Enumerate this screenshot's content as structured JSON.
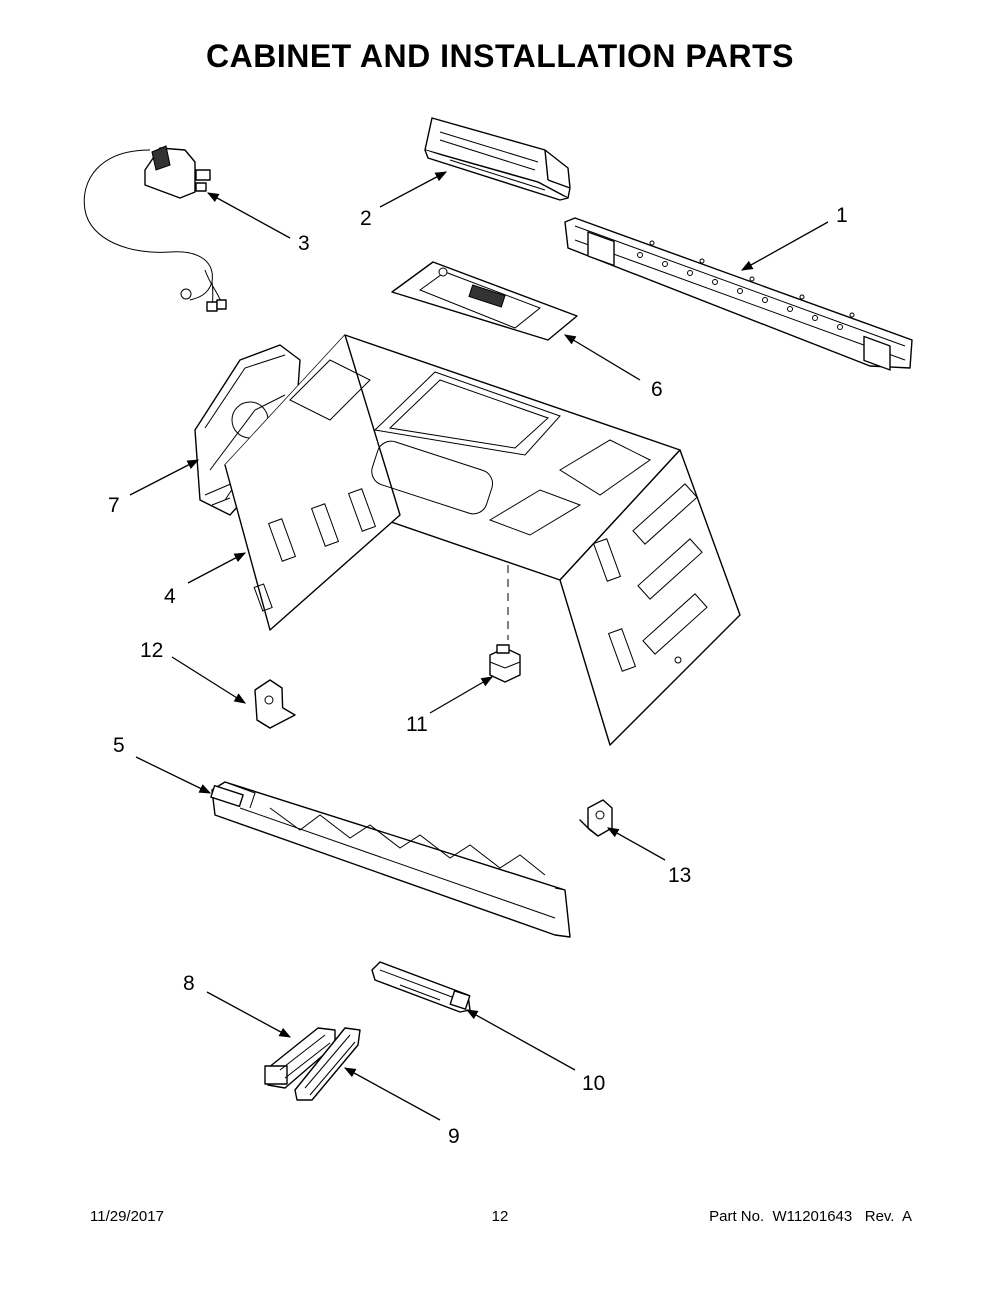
{
  "page": {
    "title": "CABINET AND INSTALLATION PARTS"
  },
  "callouts": {
    "c1": "1",
    "c2": "2",
    "c3": "3",
    "c4": "4",
    "c5": "5",
    "c6": "6",
    "c7": "7",
    "c8": "8",
    "c9": "9",
    "c10": "10",
    "c11": "11",
    "c12": "12",
    "c13": "13"
  },
  "footer": {
    "date": "11/29/2017",
    "page_number": "12",
    "part_info": "Part No.  W11201643   Rev.  A"
  }
}
